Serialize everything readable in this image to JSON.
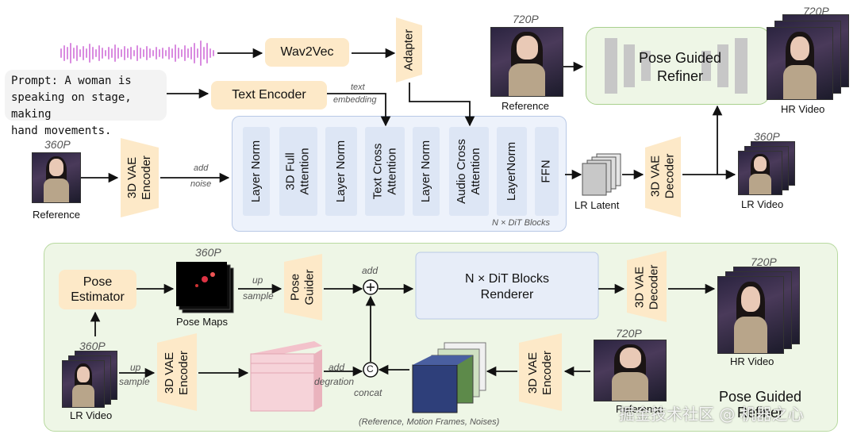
{
  "top": {
    "wav2vec": "Wav2Vec",
    "adapter": "Adapter",
    "prompt": "Prompt: A woman is speaking on stage, making hand movements.",
    "prompt_lines": [
      "Prompt: A woman is",
      "speaking on stage, making",
      "hand movements."
    ],
    "text_encoder": "Text Encoder",
    "text_embedding_1": "text",
    "text_embedding_2": "embedding",
    "res_360p": "360P",
    "reference": "Reference",
    "vae_encoder": "3D VAE\nEncoder",
    "add": "add",
    "noise": "noise",
    "dit_layers": [
      "Layer Norm",
      "3D Full\nAttention",
      "Layer Norm",
      "Text Cross\nAttention",
      "Layer Norm",
      "Audio Cross\nAttention",
      "LayerNorm",
      "FFN"
    ],
    "dit_caption": "N × DiT Blocks",
    "lr_latent": "LR Latent",
    "vae_decoder": "3D VAE\nDecoder",
    "lr_video_res": "360P",
    "lr_video": "LR Video",
    "ref720_res": "720P",
    "ref720": "Reference",
    "refiner": "Pose Guided\nRefiner",
    "hr_res": "720P",
    "hr_video": "HR Video"
  },
  "bottom": {
    "pose_estimator": "Pose\nEstimator",
    "pose_maps_res": "360P",
    "pose_maps": "Pose Maps",
    "up": "up",
    "sample": "sample",
    "pose_guider": "Pose\nGuider",
    "add_label": "add",
    "plus_symbol": "+",
    "renderer": "N × DiT Blocks\nRenderer",
    "vae_decoder": "3D VAE\nDecoder",
    "hr_res": "720P",
    "hr_video": "HR Video",
    "lr_res": "360P",
    "lr_video": "LR Video",
    "up2": "up",
    "sample2": "sample",
    "vae_encoder": "3D VAE\nEncoder",
    "add2": "add",
    "degration": "degration",
    "concat_symbol": "C",
    "concat": "concat",
    "frames_caption": "(Reference, Motion Frames, Noises)",
    "vae_encoder2": "3D VAE\nEncoder",
    "ref_res": "720P",
    "reference": "Reference",
    "title": "Pose Guided\nRefiner",
    "watermark": "掘金技术社区 @ 机器之心"
  },
  "colors": {
    "orange_box": "#fde9c8",
    "blue_panel": "#edf2fb",
    "blue_layer": "#dde6f5",
    "green_panel": "#eef6e6",
    "green_border": "#a9d08e",
    "waveform": "#d98be0",
    "pink_latent": "#f6c9d0",
    "navy_latent": "#2e3f7a",
    "green_latent": "#5d8a4a"
  },
  "icons": [
    "waveform-icon",
    "add-circle-icon",
    "concat-circle-icon",
    "arrow-icon"
  ]
}
